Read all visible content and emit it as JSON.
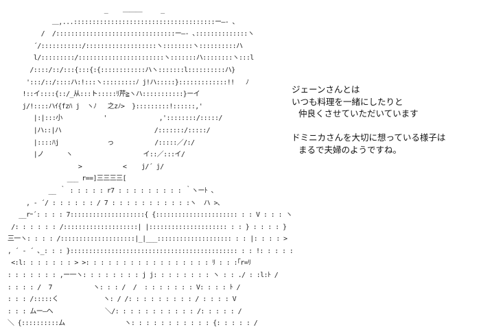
{
  "art": {
    "lines": [
      "                            _    ＿＿＿     _",
      "              ＿,...::::::::::::::::::::::::::::::::::::::ー―- ､",
      "           /  /::::::::::::::::::::::::::::::::ー―- ､::::::::::::::ヽ",
      "         ´/:::::::::::/:::::::::::::::::::ヽ::::::::ヽ::::::::::ハ",
      "         l/:::::::::/:::::::::::::::::::::::ヽ:::::::ハ::::::::ヽ:::l",
      "        /::::/::/:::{:::{:{::::::::::::ハヽ:::::::l::::::::::ハ}",
      "       ':::/::/::::ハ:!:::ヽ:::::::::ﾉ j!ハ:::::}:::::::::::::!!   ﾉ",
      "      !::イ::::{::/_从:::ト:::::ﾘ芹≧ヽハ:::::::::::}ーイ",
      "      j/!::::ハｲ{fzﾊ j  ヽﾉ   之zﾉ>  }:::::::::!::::::,'",
      "         |:|:::小           '              ,'::::::::/:::::/",
      "         |ハ::|ハ                         /:::::::/:::::/",
      "         |::::ﾊj             っ           /:::::／/:/",
      "         |ノ      ヽ                   イ::／:::イ/",
      "                     >           <    j/´ j/",
      "                  ___ r==]三三三三[",
      "             __ ｀ : : : : : r7 : : : : : : : : : ｀ヽーﾄ ､",
      "       , ‐ ´/ : : : : : : / 7 : : : : : : : : : : :ヽ  ハ >､",
      "     __rｰ´: : : : 7::::::::::::::::::::{ {:::::::::::::::::::::: : : V : : : ヽ",
      "   /: : : : : : /::::::::::::::::::::| |::::::::::::::::::::: : : } : : : : }",
      "  三一ヽ: : : : /::::::::::::::::::::|_|___:::::::::::::::::::: : : |: : : : >",
      "  , ´ ‐ ´ ､_: : : }::::::::::::::::::::::::::::::::::::::::::::: : : !: : : : :",
      "   <:l: : : : : : : > >: : : : : : : : : : : : : : : : : ﾘ : : :｢r=ﾘ",
      "  : : : : : : : ,ー一ヽ: : : : : : : : j j: : : : : : : : ヽ : : ./ : :l:ﾄ /",
      "  : : : : /  7           ヽ: : : /  /  : : : : : : : V: : : : ﾄ /",
      "  : : : /:::::く            ヽ: / /: : : : : : : : : / : : : : V",
      "  : : : ムー―ヘ              ＼/: : : : : : : : : : : /: : : : : /",
      "  ＼ {::::::::::ム                ヽ: : : : : : : : : : : {: : : : : /"
    ]
  },
  "dialogue": {
    "lines": [
      "ジェーンさんとは",
      "いつも料理を一緒にしたりと",
      "仲良くさせていただいています",
      "",
      "ドミニカさんを大切に想っている様子は",
      "まるで夫婦のようですね。"
    ]
  }
}
